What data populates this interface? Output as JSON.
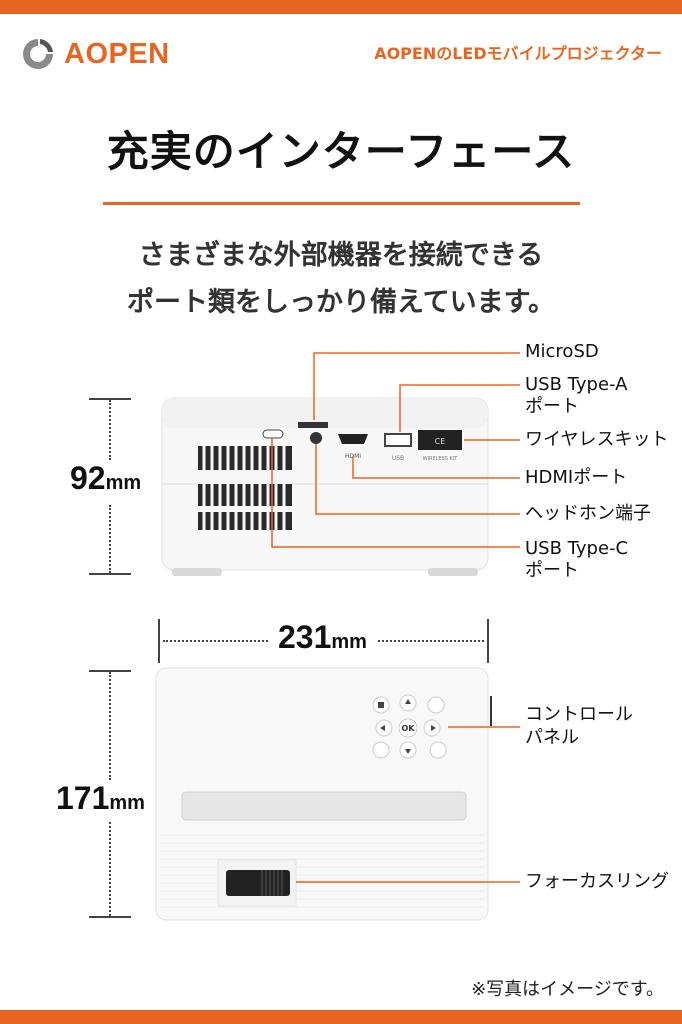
{
  "brand": {
    "name": "AOPEN",
    "accent": "#e8651f",
    "logo_icon": "aopen-swirl-logo"
  },
  "header": {
    "tagline": "AOPENのLEDモバイルプロジェクター"
  },
  "title": "充実のインターフェース",
  "subtitle": {
    "line1": "さまざまな外部機器を接続できる",
    "line2": "ポート類をしっかり備えています。"
  },
  "dimensions": {
    "height": {
      "value": "92",
      "unit": "mm"
    },
    "width": {
      "value": "231",
      "unit": "mm"
    },
    "depth": {
      "value": "171",
      "unit": "mm"
    }
  },
  "ports": {
    "microsd": "MicroSD",
    "usb_a_line1": "USB Type-A",
    "usb_a_line2": "ポート",
    "wireless": "ワイヤレスキット",
    "hdmi": "HDMIポート",
    "headphone": "ヘッドホン端子",
    "usb_c_line1": "USB Type-C",
    "usb_c_line2": "ポート"
  },
  "device_print": {
    "hdmi": "HDMI",
    "usb": "USB",
    "wireless": "WIRELESS KIT",
    "ce": "CE"
  },
  "top_labels": {
    "control_line1": "コントロール",
    "control_line2": "パネル",
    "focus": "フォーカスリング",
    "ok": "OK"
  },
  "note": "※写真はイメージです。"
}
